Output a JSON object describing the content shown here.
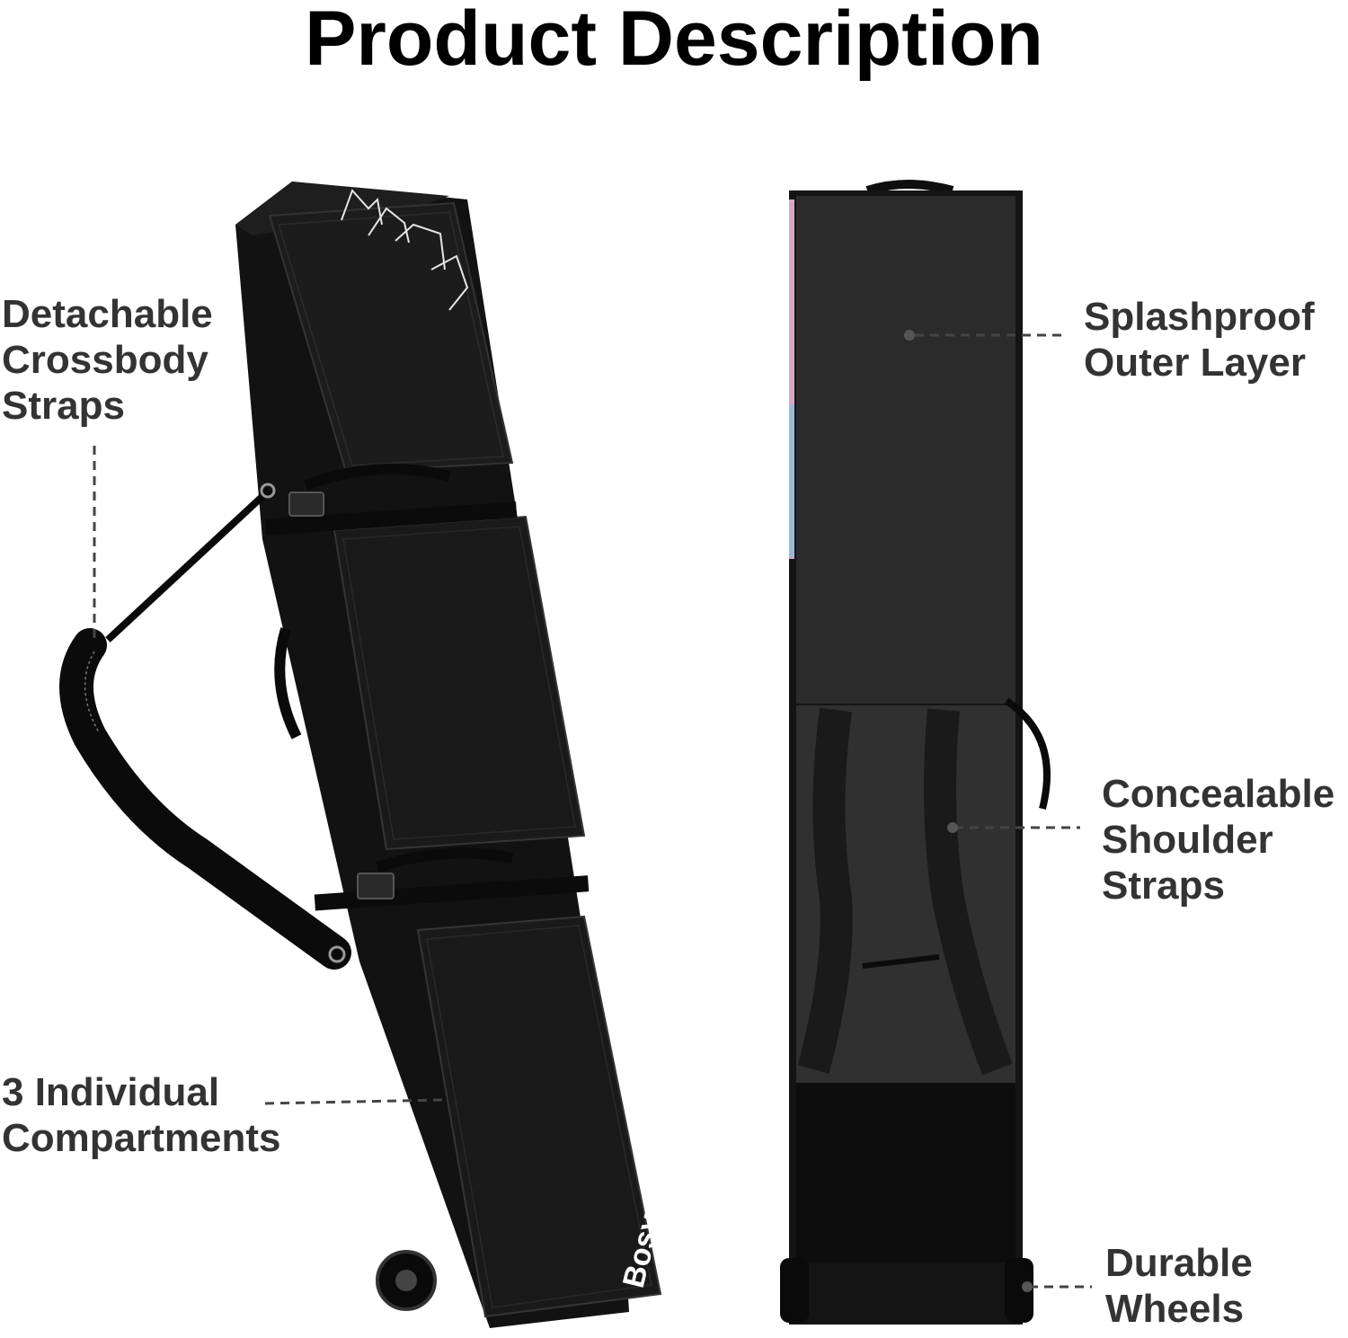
{
  "title": "Product Description",
  "features": {
    "crossbody_straps": [
      "Detachable",
      "Crossbody",
      "Straps"
    ],
    "compartments": [
      "3 Individual",
      "Compartments"
    ],
    "splashproof": [
      "Splashproof",
      "Outer Layer"
    ],
    "shoulder_straps": [
      "Concealable",
      "Shoulder",
      "Straps"
    ],
    "wheels": [
      "Durable",
      "Wheels"
    ]
  },
  "brand_logo_text": "Bosynoy",
  "colors": {
    "bag_body": "#141414",
    "bag_panel": "#1c1c1c",
    "back_panel": "#2a2a2a",
    "label_text": "#333333",
    "leader_line": "#444444"
  }
}
